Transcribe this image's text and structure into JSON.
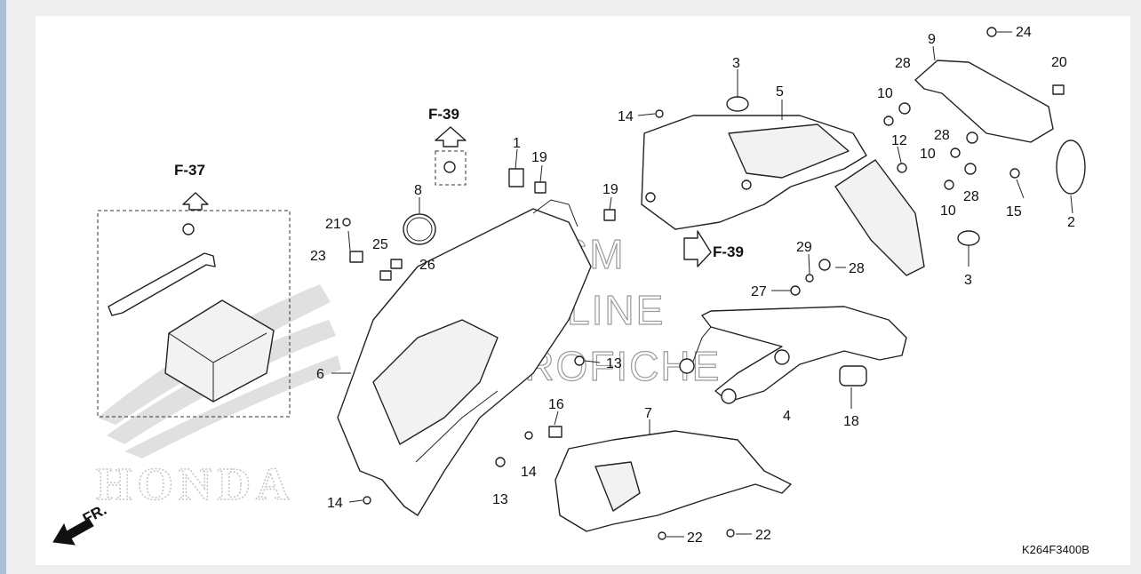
{
  "diagram": {
    "part_labels": {
      "p1": "1",
      "p2": "2",
      "p3a": "3",
      "p3b": "3",
      "p4": "4",
      "p5": "5",
      "p6": "6",
      "p7": "7",
      "p8": "8",
      "p9": "9",
      "p10a": "10",
      "p10b": "10",
      "p10c": "10",
      "p12": "12",
      "p13a": "13",
      "p13b": "13",
      "p14a": "14",
      "p14b": "14",
      "p14c": "14",
      "p15": "15",
      "p16": "16",
      "p18": "18",
      "p19a": "19",
      "p19b": "19",
      "p20": "20",
      "p21": "21",
      "p22a": "22",
      "p22b": "22",
      "p23": "23",
      "p24": "24",
      "p25": "25",
      "p26": "26",
      "p27": "27",
      "p28a": "28",
      "p28b": "28",
      "p28c": "28",
      "p28d": "28",
      "p29": "29"
    },
    "references": {
      "f37": "F-37",
      "f39_top": "F-39",
      "f39_right": "F-39"
    },
    "front_marker": "FR.",
    "diagram_code": "K264F3400B",
    "watermark": {
      "line1": "CMSM",
      "line2": "ONLINE",
      "line3": "MICROFICHE"
    },
    "background_logo": "HONDA"
  }
}
